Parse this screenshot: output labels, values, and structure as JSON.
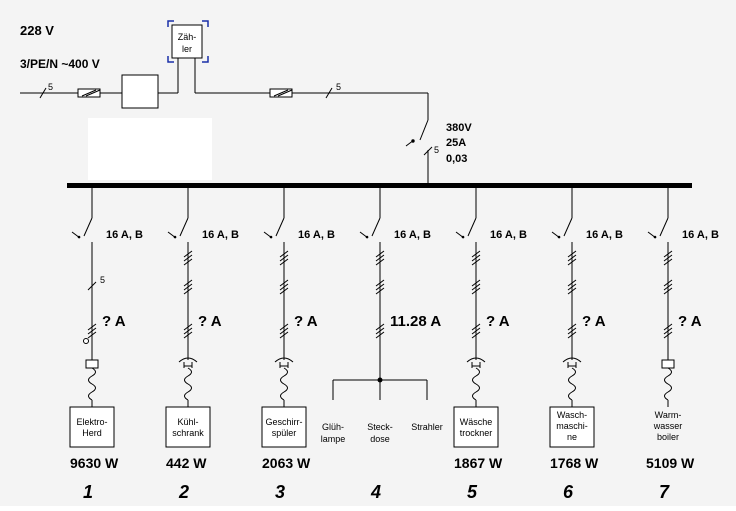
{
  "header": {
    "voltage": "228 V",
    "system": "3/PE/N ~400 V"
  },
  "meter": {
    "line1": "Zäh-",
    "line2": "ler"
  },
  "incoming_wire_count": "5",
  "main_wire_count": "5",
  "rcd": {
    "wire_count": "5",
    "voltage": "380V",
    "current": "25A",
    "sensitivity": "0,03"
  },
  "circuits": [
    {
      "breaker": "16 A, B",
      "wire_count": "5",
      "current": "? A",
      "device": [
        "Elektro-",
        "Herd"
      ],
      "power": "9630 W",
      "number": "1"
    },
    {
      "breaker": "16 A, B",
      "current": "? A",
      "device": [
        "Kühl-",
        "schrank"
      ],
      "power": "442 W",
      "number": "2"
    },
    {
      "breaker": "16 A, B",
      "current": "? A",
      "device": [
        "Geschirr-",
        "spüler"
      ],
      "power": "2063 W",
      "number": "3"
    },
    {
      "breaker": "16 A, B",
      "current": "11.28 A",
      "loads": [
        [
          "Glüh-",
          "lampe"
        ],
        [
          "Steck-",
          "dose"
        ],
        [
          "Strahler"
        ]
      ],
      "number": "4"
    },
    {
      "breaker": "16 A, B",
      "current": "? A",
      "device": [
        "Wäsche",
        "trockner"
      ],
      "power": "1867 W",
      "number": "5"
    },
    {
      "breaker": "16 A, B",
      "current": "? A",
      "device": [
        "Wasch-",
        "maschi-",
        "ne"
      ],
      "power": "1768 W",
      "number": "6"
    },
    {
      "breaker": "16 A, B",
      "current": "? A",
      "device": [
        "Warm-",
        "wasser",
        "boiler"
      ],
      "power": "5109 W",
      "number": "7"
    }
  ]
}
